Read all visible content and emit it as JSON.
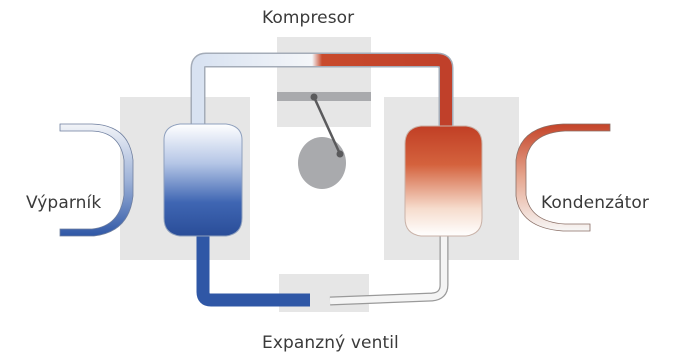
{
  "diagram": {
    "labels": {
      "compressor": "Kompresor",
      "evaporator": "Výparník",
      "condenser": "Kondenzátor",
      "expansion_valve": "Expanzný ventil"
    },
    "colors": {
      "cold": "#2f57a6",
      "hot": "#c4452a",
      "neutral_pipe": "#f3f5f8",
      "background_block": "#e6e6e6",
      "piston": "#a9aaad",
      "label_text": "#3a3a3a"
    }
  }
}
